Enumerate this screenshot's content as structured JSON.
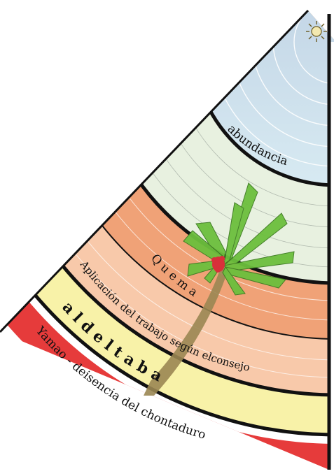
{
  "diagram": {
    "labels": {
      "abundance": "abundancia",
      "burn": "Q u e m a",
      "application": "Aplicación del trabajo según elconsejo",
      "spiritual_row": "a l d e l t a b a",
      "yamao": "Yamao - deisencia del chontaduro"
    },
    "icons": {
      "sun": "sun-icon",
      "palm": "chontaduro-palm-icon"
    },
    "colors": {
      "sky_top": "#b9cbe0",
      "sky_bottom": "#d7eaf2",
      "green_band": "#e8f1e0",
      "orange_band": "#f0a277",
      "peach_band": "#f8c9aa",
      "yellow_band": "#f8f2a8",
      "red_band": "#e63b3b",
      "border": "#111111",
      "palm_leaf": "#6cbf3d",
      "palm_trunk": "#9a8652",
      "fruit": "#d8303a"
    }
  }
}
